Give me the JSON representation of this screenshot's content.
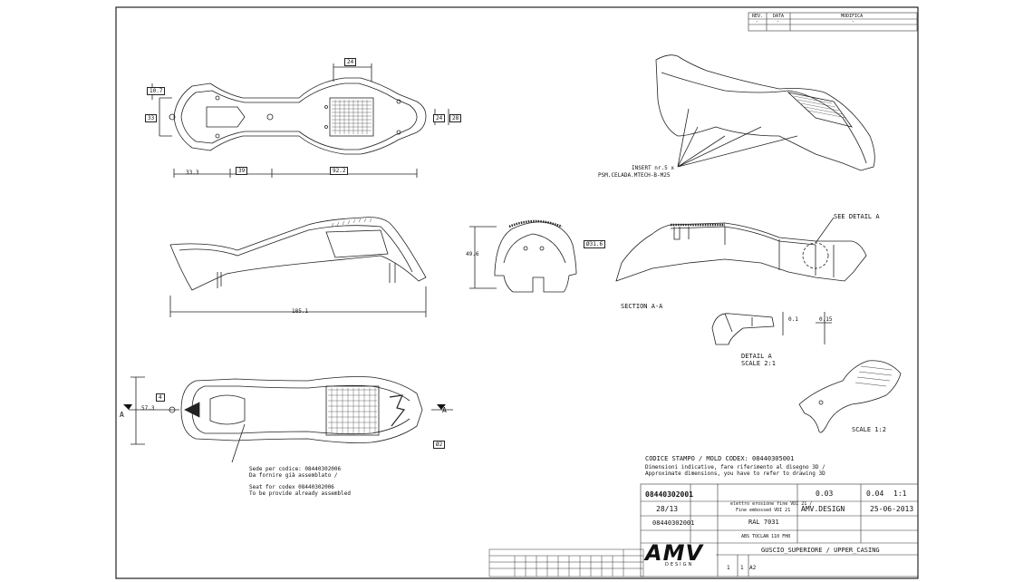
{
  "revision_table": {
    "headers": [
      "REV.",
      "DATA",
      "MODIFICA"
    ],
    "rows": [
      [
        "-",
        "-",
        "-"
      ]
    ]
  },
  "dimensions": {
    "top_view": [
      "10.7",
      "24",
      "33",
      "24",
      "28",
      "33.3",
      "39",
      "92.2"
    ],
    "side_view": [
      "185.1"
    ],
    "front_view": [
      "49.6",
      "Ø31.6"
    ],
    "bottom_view": [
      "57.3",
      "4",
      "Ø2"
    ],
    "detail_view": [
      "0.1",
      "0.15"
    ]
  },
  "annotations": {
    "insert_line1": "INSERT nr.5 x",
    "insert_line2": "PSM.CELADA.MTECH-B-M25",
    "see_detail": "SEE DETAIL  A",
    "section": "SECTION  A-A",
    "detail_title": "DETAIL  A",
    "detail_scale": "SCALE  2:1",
    "iso_scale": "SCALE  1:2",
    "section_marker": "A",
    "seat_it_1": "Sede per codice: 08440302006",
    "seat_it_2": "Da fornire già assemblato /",
    "seat_en_1": "Seat for codex 08440302006",
    "seat_en_2": "To be provide already assembled"
  },
  "notes": {
    "mold_codex": "CODICE STAMPO / MOLD CODEX: 08440305001",
    "dims_it": "Dimensioni indicative, fare riferimento al disegno 3D /",
    "dims_en": "Approximate dimensions, you have to refer to drawing 3D"
  },
  "title_block": {
    "part_number": "08440302001",
    "mold_ref": "28/13",
    "finish": "elettro erosione fine VDI 21 /",
    "finish2": "Fine embossed VDI 21",
    "color": "RAL 7031",
    "material": "ABS TOCLAN 110 FH8",
    "code2": "08440302001",
    "weight": "0.03",
    "thickness": "0.04",
    "scale": "1:1",
    "designer": "AMV.DESIGN",
    "date": "25-06-2013",
    "description": "GUSCIO_SUPERIORE / UPPER_CASING",
    "sheet": "1",
    "sheets": "1",
    "format": "A2",
    "logo_text": "AMV",
    "logo_sub": "DESIGN"
  },
  "colors": {
    "ink": "#111111",
    "hatch": "#555555"
  }
}
